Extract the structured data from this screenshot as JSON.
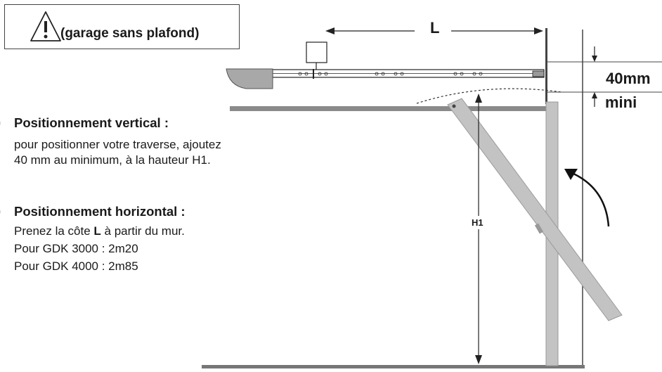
{
  "warning": {
    "icon": "warning-triangle-icon",
    "text": "(garage sans plafond)"
  },
  "vertical": {
    "title": "Positionnement vertical :",
    "line1": "pour positionner votre traverse, ajoutez",
    "line2": "40 mm au minimum, à la hauteur H1."
  },
  "horizontal": {
    "title": "Positionnement horizontal :",
    "line1_before": "Prenez la côte ",
    "line1_bold": "L",
    "line1_after": " à partir du mur.",
    "line2": "Pour GDK 3000 : 2m20",
    "line3": "Pour GDK 4000 : 2m85"
  },
  "dimensions": {
    "L": "L",
    "H1": "H1",
    "clearance_value": "40mm",
    "clearance_unit": "mini"
  },
  "colors": {
    "rail": "#b5b5b5",
    "beam": "#8a8a8a",
    "door": "#bdbdbd",
    "motor": "#a8a8a8",
    "line": "#222222"
  }
}
